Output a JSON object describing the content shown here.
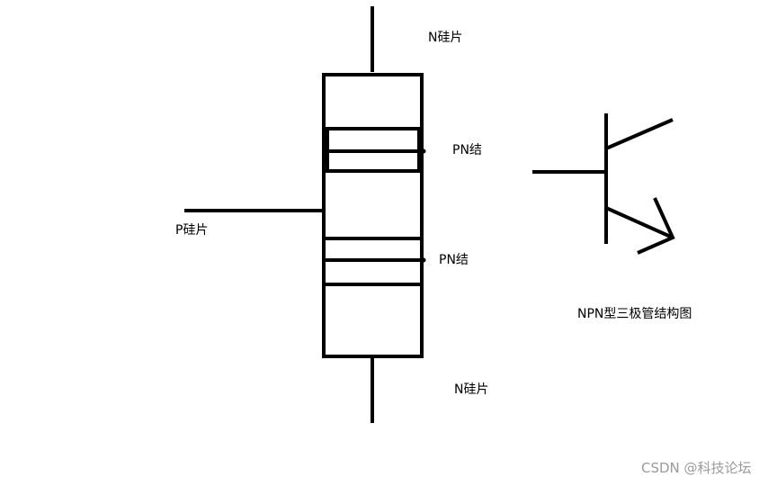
{
  "labels": {
    "top_layer": "N硅片",
    "upper_junction": "PN结",
    "base_layer": "P硅片",
    "lower_junction": "PN结",
    "bottom_layer": "N硅片",
    "symbol_caption": "NPN型三极管结构图"
  },
  "watermark": "CSDN @科技论坛",
  "colors": {
    "stroke": "#000000",
    "background": "#ffffff",
    "watermark": "#9a9a9a"
  }
}
